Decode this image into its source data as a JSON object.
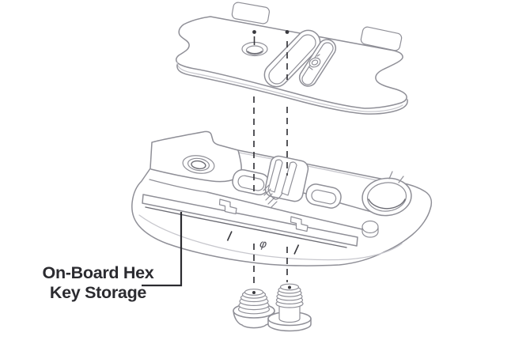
{
  "canvas": {
    "background": "#ffffff"
  },
  "palette": {
    "line_main": "#8f8f97",
    "line_light": "#c7c7cd",
    "line_dark": "#6b6b73",
    "centerline": "#38383d",
    "callout_color": "#2b2b30"
  },
  "callout": {
    "line1": "On-Board Hex",
    "line2": "Key Storage"
  },
  "engraving": {
    "diameter_symbol": "φ"
  }
}
